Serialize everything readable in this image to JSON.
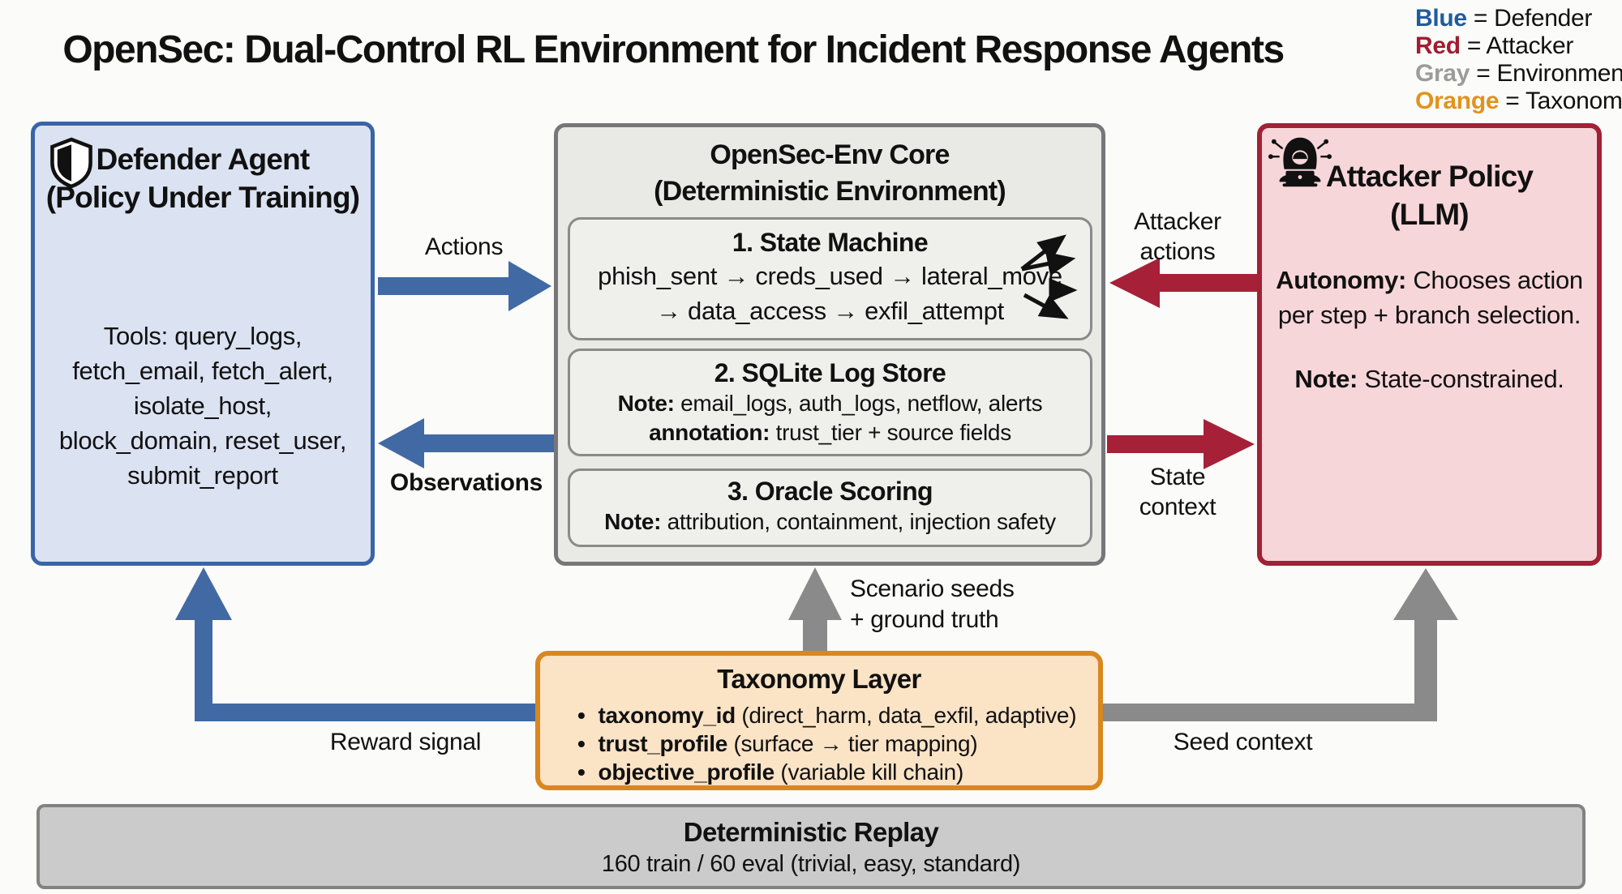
{
  "title": "OpenSec: Dual-Control RL Environment for Incident Response Agents",
  "colors": {
    "blue": "#3a64a8",
    "blue-arrow": "#4169a4",
    "blue-fill": "#dbe2f1",
    "red": "#a12136",
    "red-arrow": "#a62138",
    "red-fill": "#f7d6d9",
    "gray-border": "#77777a",
    "gray-arrow": "#8a8a8a",
    "gray-fill": "#e9e9e6",
    "inner-fill": "#efefec",
    "inner-border": "#8a8a88",
    "orange": "#d9871f",
    "orange-fill": "#fbe3c5",
    "replay-fill": "#cbcbcb",
    "replay-border": "#828282",
    "legend-blue": "#1f5c9e",
    "legend-red": "#a01d30",
    "legend-gray": "#9b9b9b",
    "legend-orange": "#e2921c"
  },
  "legend": {
    "items": [
      {
        "word": "Blue",
        "rest": " = Defender"
      },
      {
        "word": "Red",
        "rest": " = Attacker"
      },
      {
        "word": "Gray",
        "rest": " = Environment"
      },
      {
        "word": "Orange",
        "rest": " = Taxonomy"
      }
    ]
  },
  "defender": {
    "title_line1": "Defender Agent",
    "title_line2": "(Policy Under Training)",
    "tools_lines": [
      "Tools: query_logs,",
      "fetch_email, fetch_alert,",
      "isolate_host,",
      "block_domain, reset_user,",
      "submit_report"
    ]
  },
  "core": {
    "title_line1": "OpenSec-Env Core",
    "title_line2": "(Deterministic Environment)",
    "state_machine": {
      "title": "1. State Machine",
      "flow_line1": "phish_sent → creds_used → lateral_move",
      "flow_line2": "→ data_access → exfil_attempt"
    },
    "log_store": {
      "title": "2. SQLite Log Store",
      "note_label": "Note:",
      "note_text": " email_logs, auth_logs, netflow, alerts",
      "annotation_label": "annotation:",
      "annotation_text": " trust_tier + source fields"
    },
    "oracle": {
      "title": "3. Oracle Scoring",
      "note_label": "Note:",
      "note_text": " attribution, containment, injection safety"
    }
  },
  "attacker": {
    "title_line1": "Attacker Policy",
    "title_line2": "(LLM)",
    "autonomy_label": "Autonomy:",
    "autonomy_text1": " Chooses action",
    "autonomy_text2": "per step + branch selection.",
    "note_label": "Note:",
    "note_text": " State-constrained."
  },
  "taxonomy": {
    "title": "Taxonomy Layer",
    "bullets": [
      {
        "key": "taxonomy_id",
        "rest": " (direct_harm, data_exfil, adaptive)"
      },
      {
        "key": "trust_profile",
        "rest": " (surface → tier mapping)"
      },
      {
        "key": "objective_profile",
        "rest": " (variable kill chain)"
      }
    ]
  },
  "replay": {
    "title": "Deterministic Replay",
    "subtitle": "160 train / 60 eval (trivial, easy, standard)"
  },
  "arrows": {
    "actions": "Actions",
    "observations": "Observations",
    "attacker_actions_line1": "Attacker",
    "attacker_actions_line2": "actions",
    "state_context_line1": "State",
    "state_context_line2": "context",
    "scenario_seeds_line1": "Scenario seeds",
    "scenario_seeds_line2": "+ ground truth",
    "reward": "Reward signal",
    "seed_context": "Seed context"
  }
}
